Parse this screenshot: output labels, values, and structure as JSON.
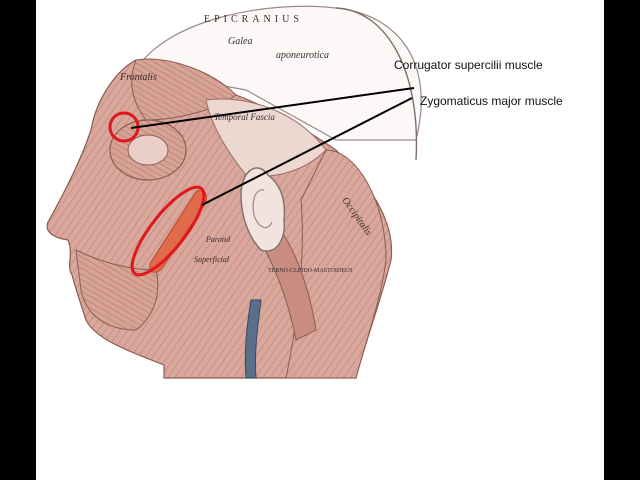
{
  "colors": {
    "letterbox": "#000000",
    "canvas": "#ffffff",
    "muscle_base": "#d9a79c",
    "muscle_dark": "#b97c6f",
    "tendon": "#f1e4df",
    "highlight_red": "#e0181c",
    "leader_line": "#000000"
  },
  "annotations": [
    {
      "id": "corrugator",
      "label": "Corrugator supercilii muscle"
    },
    {
      "id": "zygomaticus",
      "label": "Zygomaticus major muscle"
    }
  ],
  "engraving_labels": [
    "EPICRANIUS",
    "Galea",
    "aponeurotica",
    "Frontalis",
    "Temporal Fascia",
    "Occipitalis",
    "TERNO-CLEIDO-MASTOIDEUS",
    "Parotid",
    "Superficial"
  ],
  "icons": {
    "corrugator_marker": "red-circle-outline",
    "zygomaticus_marker": "red-ellipse-outline"
  }
}
